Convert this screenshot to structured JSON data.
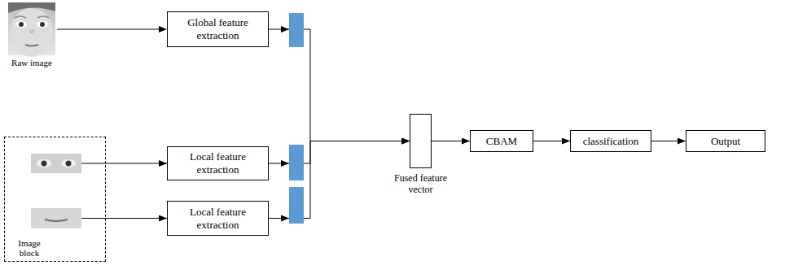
{
  "diagram": {
    "nodes": [
      {
        "text": [
          "Global feature extraction"
        ]
      },
      {
        "text": [
          "Image block"
        ]
      },
      {
        "text": [
          "Local feature extraction"
        ]
      },
      {
        "text": [
          "Local feature extraction"
        ]
      },
      {
        "text": [
          "Fused feature vector"
        ]
      },
      {
        "text": [
          "CBAM"
        ]
      },
      {
        "text": [
          "classification"
        ]
      },
      {
        "text": [
          "Output"
        ]
      }
    ],
    "edges": [
      {
        "from": 1,
        "to": 2,
        "arrow": "to"
      },
      {
        "from": 1,
        "to": 3,
        "arrow": "to"
      },
      {
        "from": 0,
        "to": 4,
        "arrow": "to"
      },
      {
        "from": 2,
        "to": 4,
        "arrow": "to"
      },
      {
        "from": 3,
        "to": 4,
        "arrow": "to"
      },
      {
        "from": 4,
        "to": 5,
        "arrow": "to"
      },
      {
        "from": 5,
        "to": 6,
        "arrow": "to"
      },
      {
        "from": 6,
        "to": 7,
        "arrow": "to"
      }
    ],
    "labels": [
      "Raw image"
    ]
  }
}
